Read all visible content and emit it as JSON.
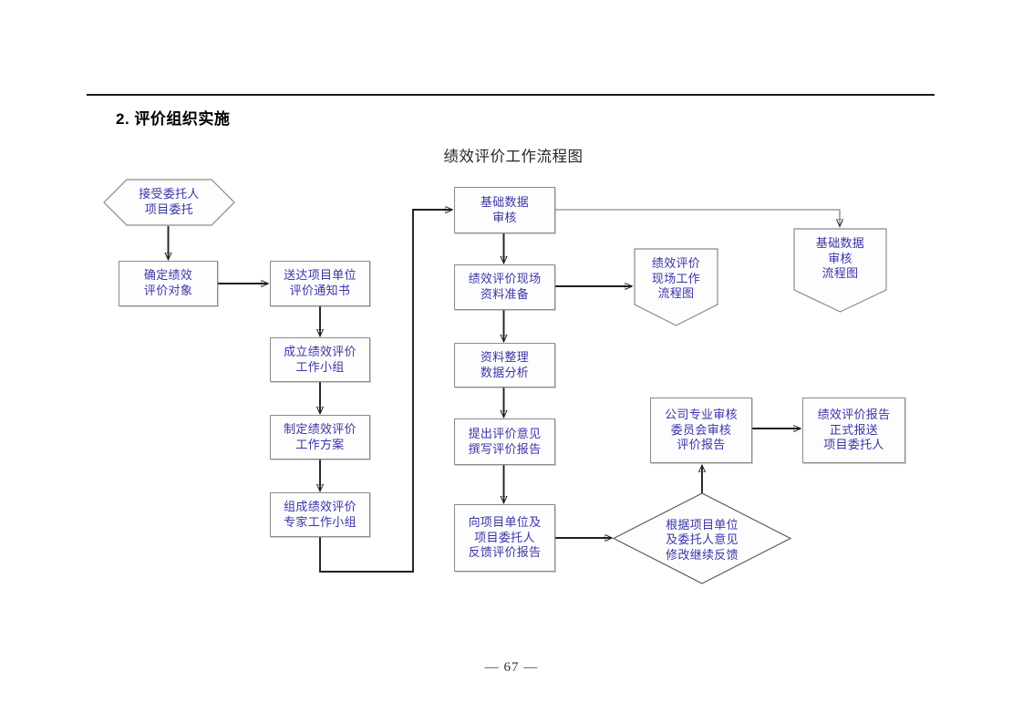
{
  "document": {
    "section_heading": "2. 评价组织实施",
    "chart_title": "绩效评价工作流程图",
    "page_number": "— 67 —"
  },
  "colors": {
    "node_text": "#3a34a8",
    "node_border": "#8a8a8a",
    "connector": "#1f1f1f",
    "rule": "#1a1a1a",
    "thin_connector": "#6d6d6d"
  },
  "flowchart": {
    "type": "flowchart",
    "nodes": [
      {
        "id": "n1",
        "shape": "hexagon",
        "label": "接受委托人\n项目委托"
      },
      {
        "id": "n2",
        "shape": "rect",
        "label": "确定绩效\n评价对象"
      },
      {
        "id": "n3",
        "shape": "rect",
        "label": "送达项目单位\n评价通知书"
      },
      {
        "id": "n4",
        "shape": "rect",
        "label": "成立绩效评价\n工作小组"
      },
      {
        "id": "n5",
        "shape": "rect",
        "label": "制定绩效评价\n工作方案"
      },
      {
        "id": "n6",
        "shape": "rect",
        "label": "组成绩效评价\n专家工作小组"
      },
      {
        "id": "n7",
        "shape": "rect",
        "label": "基础数据\n审核"
      },
      {
        "id": "n8",
        "shape": "rect",
        "label": "绩效评价现场\n资料准备"
      },
      {
        "id": "n9",
        "shape": "rect",
        "label": "资料整理\n数据分析"
      },
      {
        "id": "n10",
        "shape": "rect",
        "label": "提出评价意见\n撰写评价报告"
      },
      {
        "id": "n11",
        "shape": "rect",
        "label": "向项目单位及\n项目委托人\n反馈评价报告"
      },
      {
        "id": "n12",
        "shape": "pentagon",
        "label": "绩效评价\n现场工作\n流程图"
      },
      {
        "id": "n13",
        "shape": "pentagon",
        "label": "基础数据\n审核\n流程图"
      },
      {
        "id": "n14",
        "shape": "rect",
        "label": "公司专业审核\n委员会审核\n评价报告"
      },
      {
        "id": "n15",
        "shape": "rect",
        "label": "绩效评价报告\n正式报送\n项目委托人"
      },
      {
        "id": "n16",
        "shape": "diamond",
        "label": "根据项目单位\n及委托人意见\n修改继续反馈"
      }
    ],
    "edges": [
      {
        "from": "n1",
        "to": "n2",
        "style": "arrow-down"
      },
      {
        "from": "n2",
        "to": "n3",
        "style": "arrow-right"
      },
      {
        "from": "n3",
        "to": "n4",
        "style": "arrow-down"
      },
      {
        "from": "n4",
        "to": "n5",
        "style": "arrow-down"
      },
      {
        "from": "n5",
        "to": "n6",
        "style": "arrow-down"
      },
      {
        "from": "n6",
        "to": "n7",
        "style": "elbow-down-right-up-right-arrow"
      },
      {
        "from": "n7",
        "to": "n13",
        "style": "elbow-right-down-arrow"
      },
      {
        "from": "n7",
        "to": "n8",
        "style": "arrow-down"
      },
      {
        "from": "n8",
        "to": "n12",
        "style": "arrow-right"
      },
      {
        "from": "n8",
        "to": "n9",
        "style": "arrow-down"
      },
      {
        "from": "n9",
        "to": "n10",
        "style": "arrow-down"
      },
      {
        "from": "n10",
        "to": "n11",
        "style": "arrow-down"
      },
      {
        "from": "n11",
        "to": "n16",
        "style": "arrow-right"
      },
      {
        "from": "n16",
        "to": "n14",
        "style": "arrow-up"
      },
      {
        "from": "n14",
        "to": "n15",
        "style": "arrow-right"
      }
    ]
  }
}
